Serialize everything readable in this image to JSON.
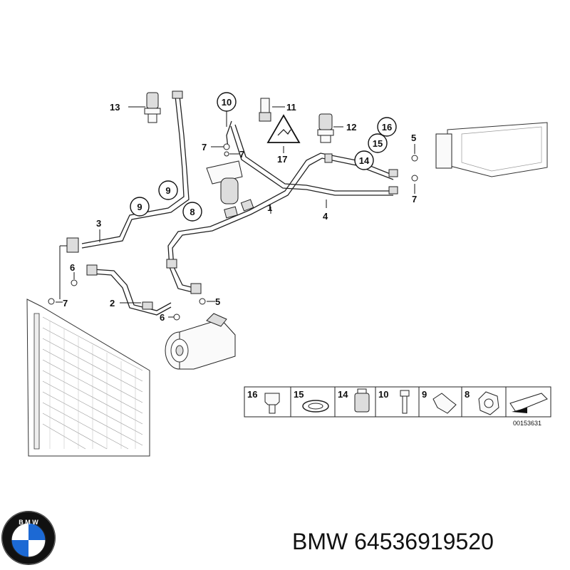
{
  "labels": {
    "l1": "1",
    "l2": "2",
    "l3": "3",
    "l4": "4",
    "l5a": "5",
    "l5b": "5",
    "l6a": "6",
    "l6b": "6",
    "l7a": "7",
    "l7b": "7",
    "l7c": "7",
    "l7d": "7",
    "l8": "8",
    "l9a": "9",
    "l9b": "9",
    "l10": "10",
    "l11": "11",
    "l12": "12",
    "l13": "13",
    "l14": "14",
    "l15": "15",
    "l16": "16",
    "l17": "17"
  },
  "legend": [
    "16",
    "15",
    "14",
    "10",
    "9",
    "8"
  ],
  "diagram_code": "00153631",
  "footer": {
    "brand": "BMW",
    "part_number": "64536919520"
  },
  "logo": {
    "text": "BMW",
    "colors": {
      "blue": "#1c69d4",
      "ring": "#111111"
    }
  }
}
